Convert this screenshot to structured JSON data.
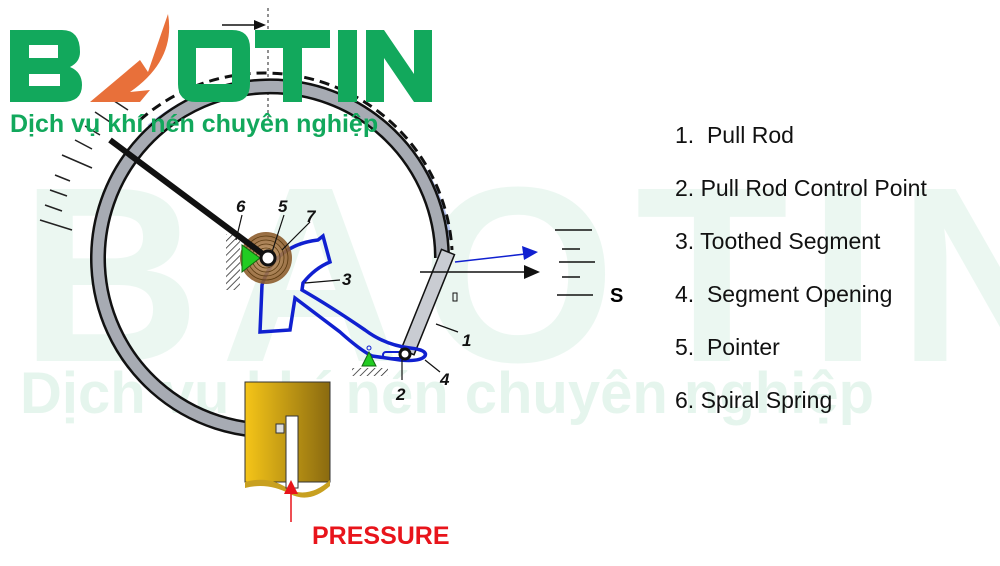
{
  "logo": {
    "brand": "BAOTIN",
    "tagline": "Dịch vụ khí nén chuyên nghiệp"
  },
  "watermark": {
    "brand": "BAOTIN",
    "tagline": "Dịch vụ khí nén chuyên nghiệp"
  },
  "diagram": {
    "part_numbers": [
      "1",
      "2",
      "3",
      "4",
      "5",
      "6",
      "7"
    ],
    "displacement_label": "S",
    "input_label": "PRESSURE"
  },
  "legend": [
    "1.  Pull Rod",
    "2. Pull Rod Control Point",
    "3. Toothed Segment",
    "4.  Segment Opening",
    "5.  Pointer",
    "6. Spiral Spring"
  ],
  "colors": {
    "brand_green": "#12a85c",
    "brand_orange": "#e8703a",
    "segment_blue": "#1020d0",
    "pressure_red": "#e8141b"
  }
}
